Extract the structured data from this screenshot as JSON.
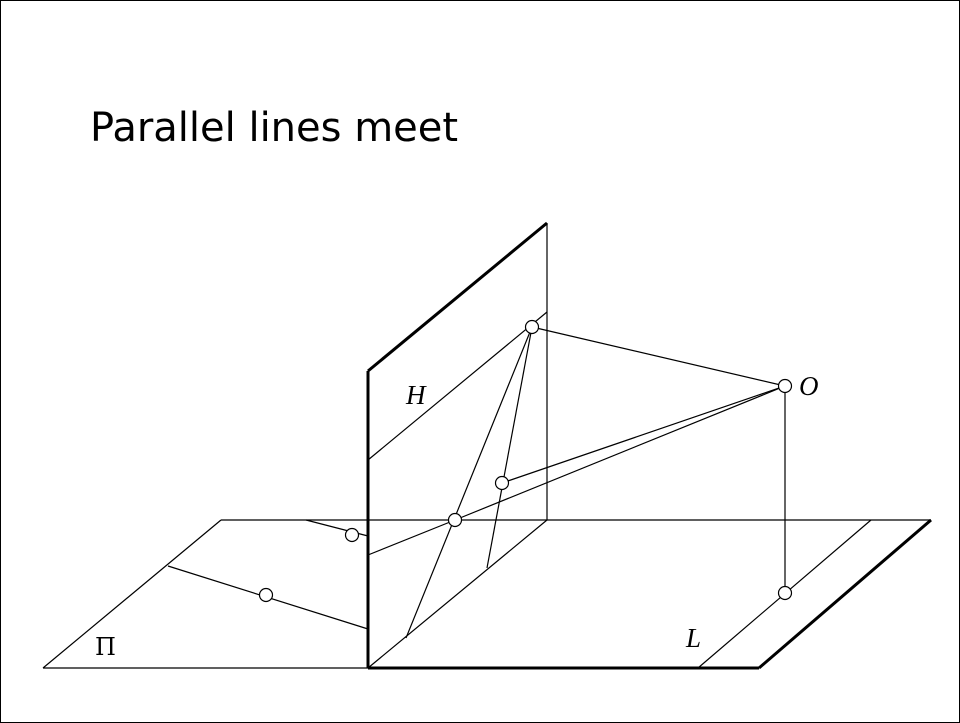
{
  "slide": {
    "title": "Parallel lines meet"
  },
  "diagram": {
    "labels": {
      "picture_plane": "H",
      "center_of_projection": "O",
      "ground_plane": "Π",
      "ground_line": "L"
    },
    "colors": {
      "stroke": "#000000",
      "background": "#ffffff"
    }
  }
}
